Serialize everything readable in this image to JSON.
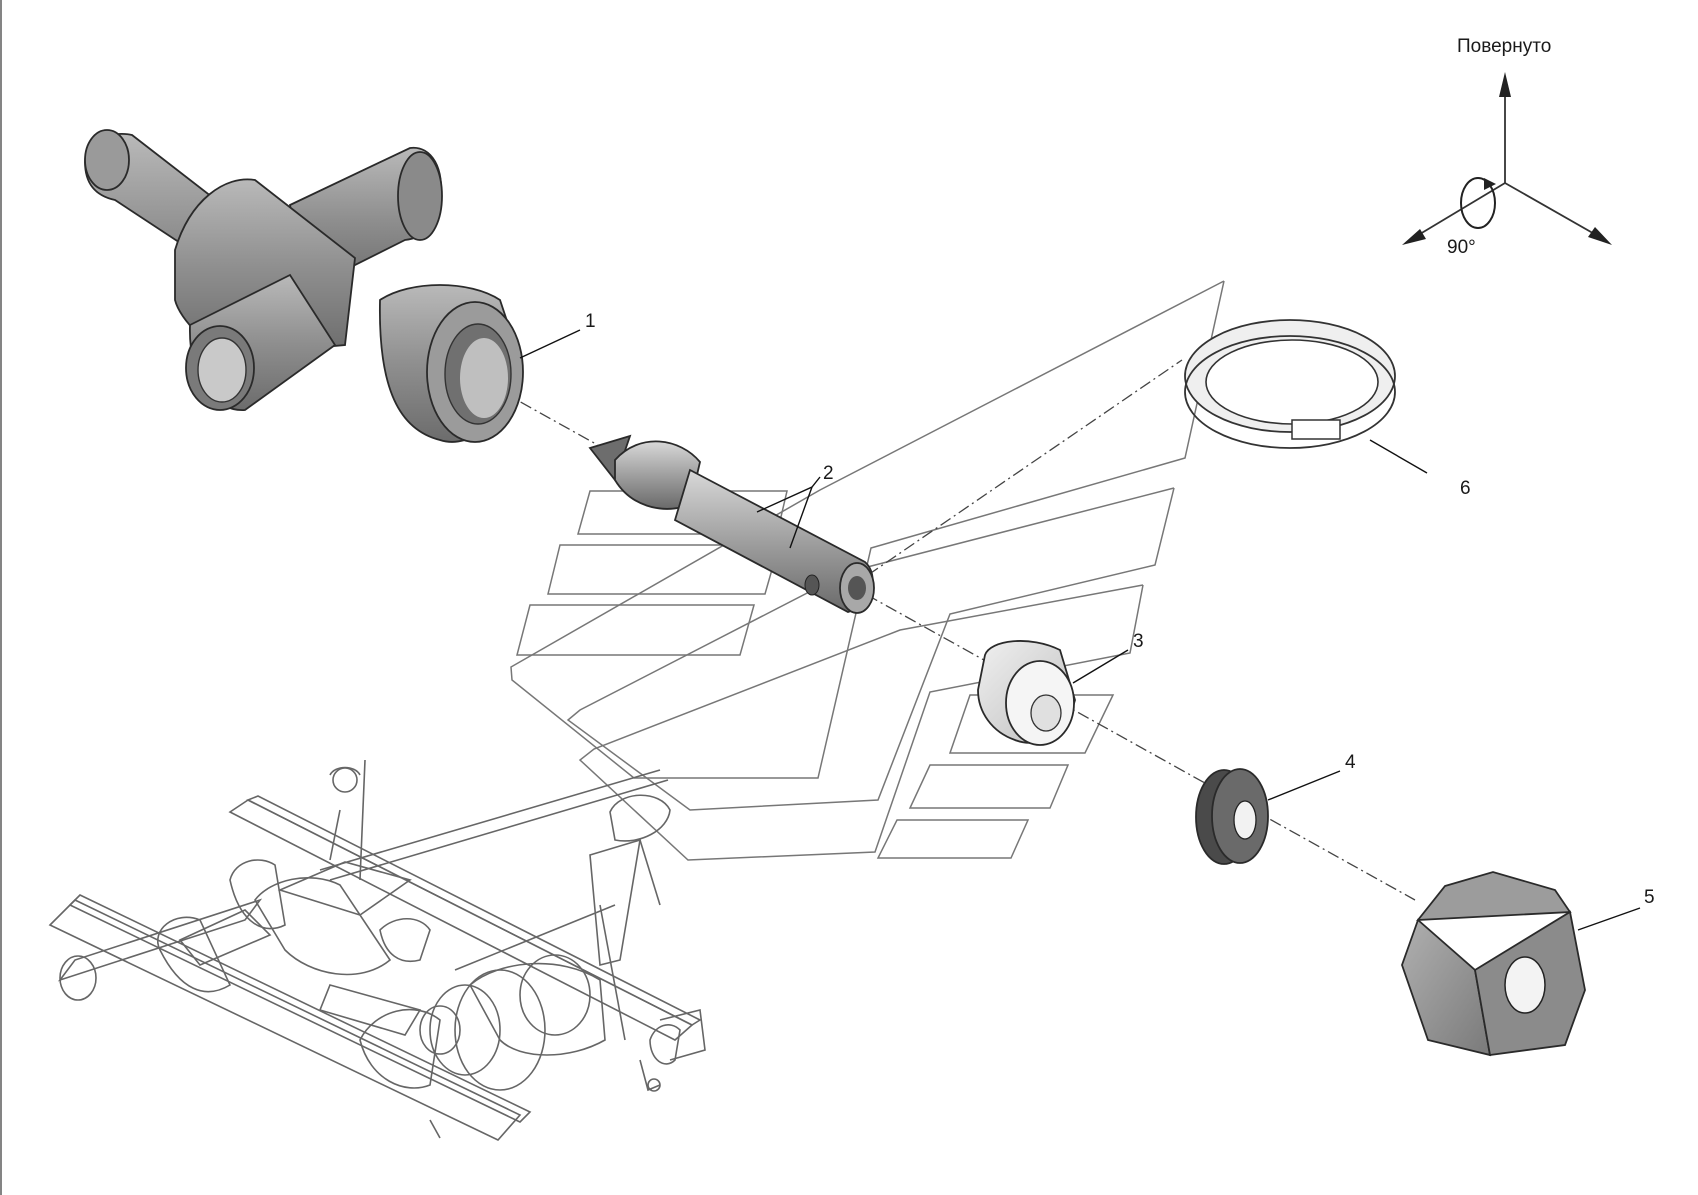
{
  "orientation": {
    "label": "Повернуто",
    "angle": "90°"
  },
  "callouts": [
    {
      "id": "1"
    },
    {
      "id": "2"
    },
    {
      "id": "3"
    },
    {
      "id": "4"
    },
    {
      "id": "5"
    },
    {
      "id": "6"
    }
  ],
  "colors": {
    "part_fill": "#8e8e8e",
    "part_dark": "#5f5f5f",
    "part_light": "#c4c4c4",
    "ring_fill": "#efefef",
    "line": "#222222"
  }
}
